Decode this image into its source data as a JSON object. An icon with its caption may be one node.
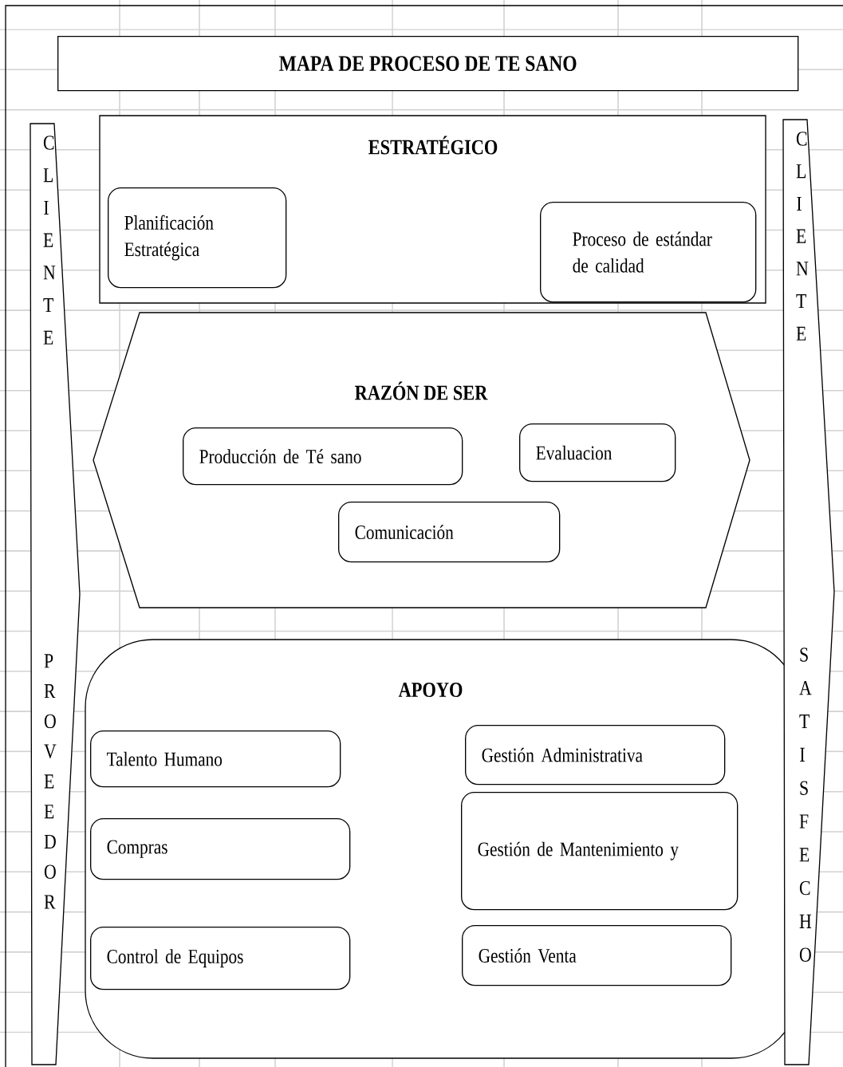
{
  "diagram": {
    "title": "MAPA DE PROCESO DE TE SANO",
    "nodes": [
      {
        "text": [
          "CLIENTE",
          "PROVEEDOR"
        ]
      },
      {
        "text": [
          "ESTRATÉGICO"
        ]
      },
      {
        "text": [
          "Planificación Estratégica"
        ],
        "in": 1
      },
      {
        "text": [
          "Proceso de estándar de calidad"
        ],
        "in": 1
      },
      {
        "text": [
          "RAZÓN DE SER"
        ]
      },
      {
        "text": [
          "Producción de Té sano"
        ],
        "in": 4
      },
      {
        "text": [
          "Evaluacion"
        ],
        "in": 4
      },
      {
        "text": [
          "Comunicación"
        ],
        "in": 4
      },
      {
        "text": [
          "APOYO"
        ]
      },
      {
        "text": [
          "Talento Humano"
        ],
        "in": 8
      },
      {
        "text": [
          "Gestión Administrativa"
        ],
        "in": 8
      },
      {
        "text": [
          "Compras"
        ],
        "in": 8
      },
      {
        "text": [
          "Gestión de Mantenimiento y"
        ],
        "in": 8
      },
      {
        "text": [
          "Control de Equipos"
        ],
        "in": 8
      },
      {
        "text": [
          "Gestión Venta"
        ],
        "in": 8
      },
      {
        "text": [
          "CLIENTE",
          "SATISFECHO"
        ]
      }
    ]
  }
}
